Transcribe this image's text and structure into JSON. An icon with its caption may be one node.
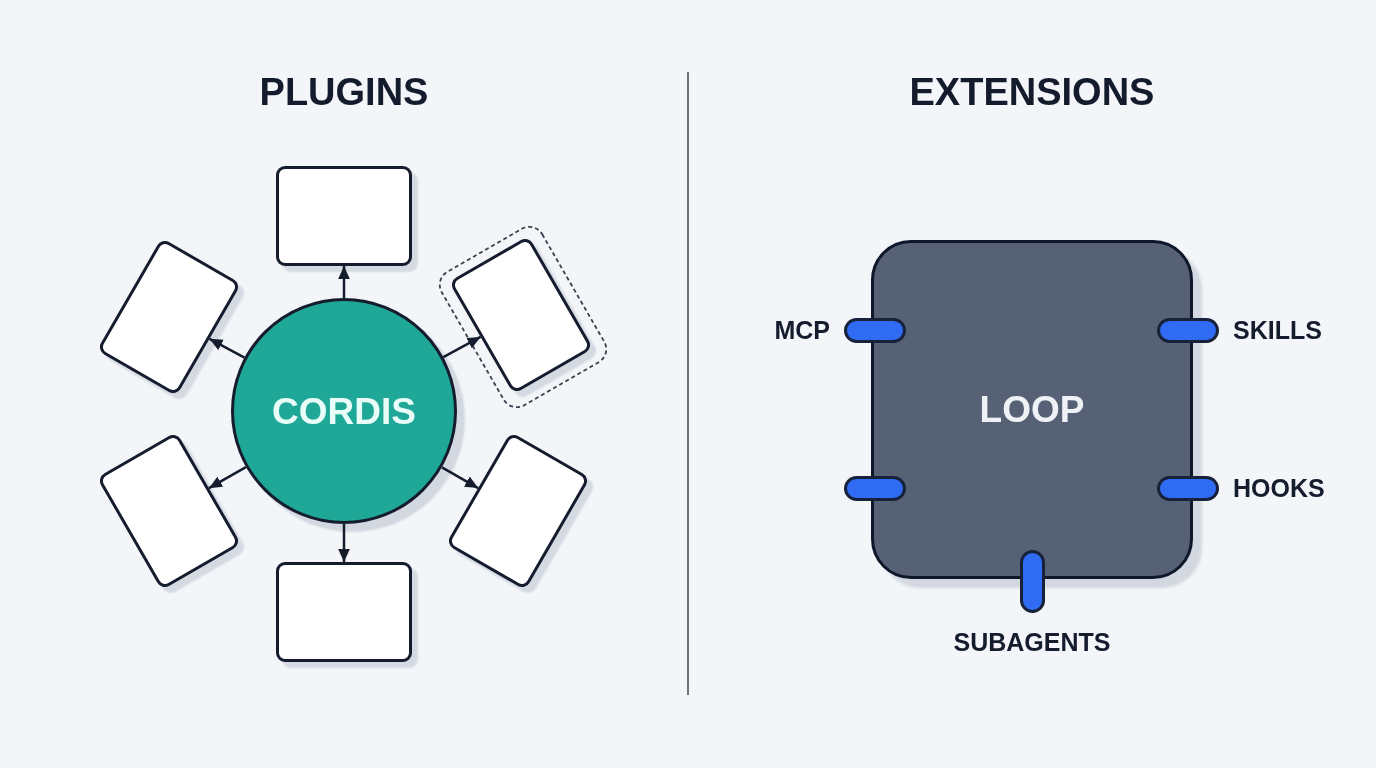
{
  "diagram": {
    "nodes": [
      {
        "text": [
          "CORDIS"
        ]
      },
      {
        "text": [],
        "shape": "box"
      },
      {
        "text": [],
        "shape": "box"
      },
      {
        "text": [],
        "shape": "box"
      },
      {
        "text": [],
        "shape": "box"
      },
      {
        "text": [],
        "shape": "box"
      },
      {
        "text": [],
        "shape": "box"
      },
      {
        "text": [
          "LOOP"
        ]
      },
      {
        "text": [],
        "shape": "pill",
        "beside": [
          "MCP"
        ]
      },
      {
        "text": [],
        "shape": "pill",
        "beside": [
          "SKILLS"
        ]
      },
      {
        "text": [],
        "shape": "pill"
      },
      {
        "text": [],
        "shape": "pill",
        "beside": [
          "HOOKS"
        ]
      },
      {
        "text": [],
        "shape": "pill",
        "beside": [
          "SUBAGENTS"
        ]
      }
    ],
    "edges": [
      {
        "from": 0,
        "to": 1,
        "arrow": "to"
      },
      {
        "from": 0,
        "to": 2,
        "arrow": "to"
      },
      {
        "from": 0,
        "to": 3,
        "arrow": "to"
      },
      {
        "from": 0,
        "to": 4,
        "arrow": "to"
      },
      {
        "from": 0,
        "to": 5,
        "arrow": "to"
      },
      {
        "from": 0,
        "to": 6,
        "arrow": "to"
      }
    ],
    "labels": [
      "PLUGINS",
      "EXTENSIONS"
    ]
  }
}
